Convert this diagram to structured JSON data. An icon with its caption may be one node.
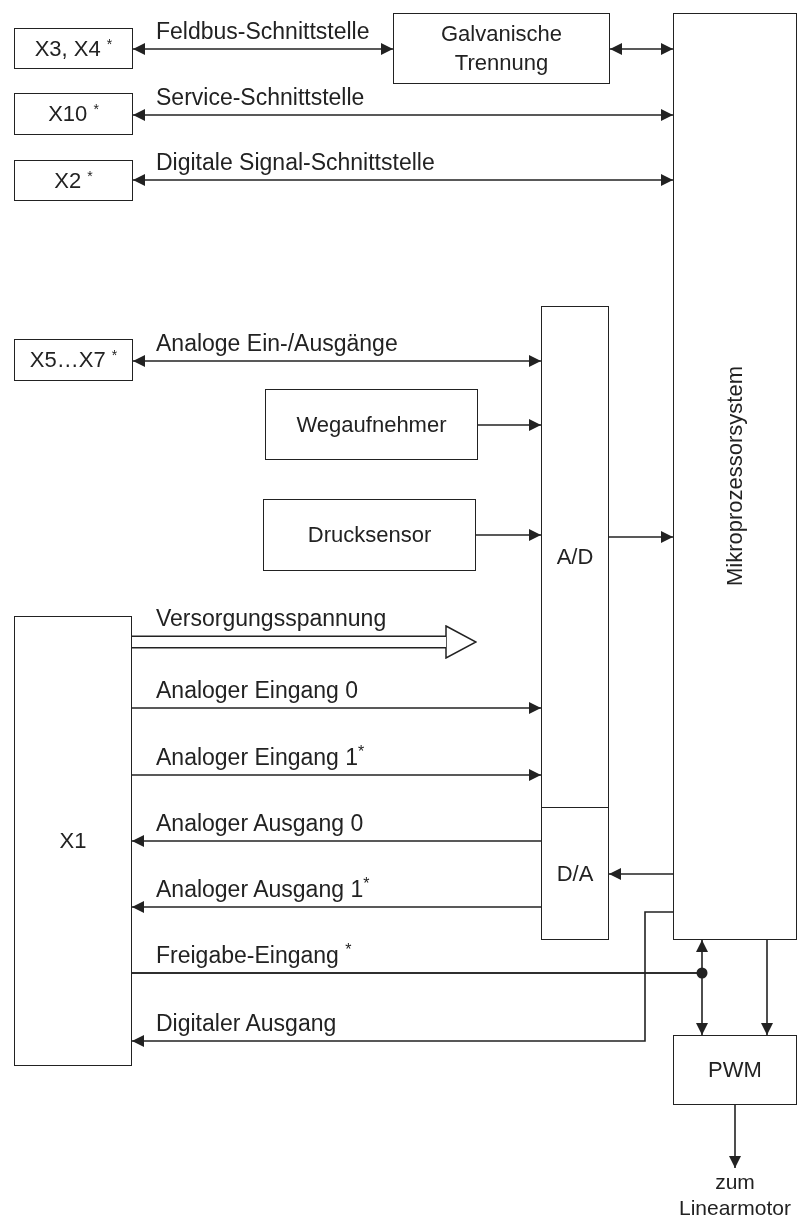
{
  "diagram": {
    "nodes": [
      {
        "text": [
          "X3, X4 $^{*}$"
        ]
      },
      {
        "text": [
          "Galvanische Trennung"
        ]
      },
      {
        "text": [
          "Mikroprozessorsystem"
        ]
      },
      {
        "text": [
          "X10 $^{*}$"
        ]
      },
      {
        "text": [
          "X2 $^{*}$"
        ]
      },
      {
        "text": [
          "X5…X7 $^{*}$"
        ]
      },
      {
        "text": [
          "A/D"
        ]
      },
      {
        "text": [
          "Wegaufnehmer"
        ]
      },
      {
        "text": [
          "Drucksensor"
        ]
      },
      {
        "text": [
          "X1"
        ]
      },
      {
        "text": [
          "D/A"
        ]
      },
      {
        "text": [
          "PWM"
        ]
      },
      {
        "text": [
          "zum Linearmotor"
        ]
      }
    ],
    "edges": [
      {
        "from": 0,
        "to": 1,
        "arrow": "both",
        "label": "Feldbus-Schnittstelle"
      },
      {
        "from": 1,
        "to": 2,
        "arrow": "both"
      },
      {
        "from": 3,
        "to": 2,
        "arrow": "both",
        "label": "Service-Schnittstelle"
      },
      {
        "from": 4,
        "to": 2,
        "arrow": "both",
        "label": "Digitale Signal-Schnittstelle"
      },
      {
        "from": 5,
        "to": 6,
        "arrow": "both",
        "label": "Analoge Ein-/Ausgänge"
      },
      {
        "from": 7,
        "to": 6,
        "arrow": "to"
      },
      {
        "from": 8,
        "to": 6,
        "arrow": "to"
      },
      {
        "from": 6,
        "to": 2,
        "arrow": "to"
      },
      {
        "from": 9,
        "to": null,
        "arrow": "to",
        "style": "thick",
        "label": "Versorgungsspannung"
      },
      {
        "from": 9,
        "to": 6,
        "arrow": "to",
        "label": "Analoger Eingang 0"
      },
      {
        "from": 9,
        "to": 6,
        "arrow": "to",
        "label": "Analoger Eingang 1$^{*}$"
      },
      {
        "from": 10,
        "to": 9,
        "arrow": "to",
        "label": "Analoger Ausgang 0"
      },
      {
        "from": 10,
        "to": 9,
        "arrow": "to",
        "label": "Analoger Ausgang 1$^{*}$"
      },
      {
        "from": 2,
        "to": 10,
        "arrow": "to"
      },
      {
        "from": 9,
        "to": 2,
        "arrow": "to",
        "label": "Freigabe-Eingang $^{*}$"
      },
      {
        "from": 9,
        "to": 11,
        "arrow": "to"
      },
      {
        "from": 2,
        "to": 11,
        "arrow": "to"
      },
      {
        "from": 2,
        "to": 9,
        "arrow": "to",
        "label": "Digitaler Ausgang"
      },
      {
        "from": 11,
        "to": 12,
        "arrow": "to"
      }
    ]
  }
}
